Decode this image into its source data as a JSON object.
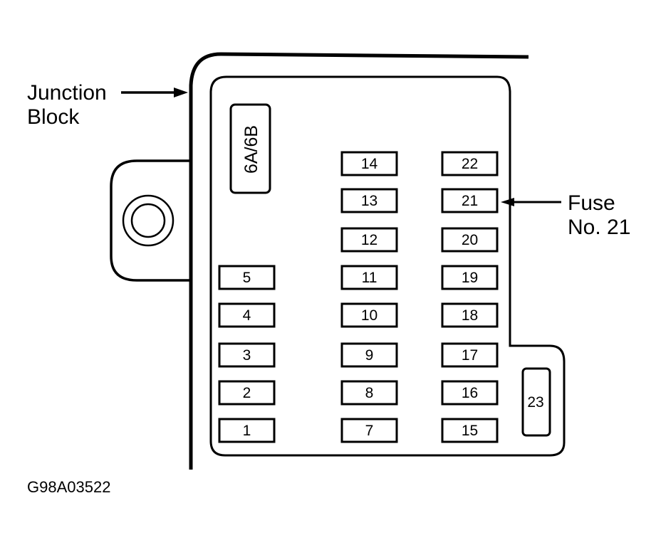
{
  "diagram": {
    "callouts": {
      "junction_block": [
        "Junction",
        "Block"
      ],
      "fuse": [
        "Fuse",
        "No. 21"
      ]
    },
    "relay_label": "6A/6B",
    "figure_code": "G98A03522",
    "fuses": {
      "left_column": [
        "5",
        "4",
        "3",
        "2",
        "1"
      ],
      "middle_column": [
        "14",
        "13",
        "12",
        "11",
        "10",
        "9",
        "8",
        "7"
      ],
      "right_column": [
        "22",
        "21",
        "20",
        "19",
        "18",
        "17",
        "16",
        "15"
      ],
      "tall_fuse": "23"
    },
    "highlighted_fuse": "21",
    "colors": {
      "ink": "#000000",
      "background": "#ffffff"
    }
  }
}
